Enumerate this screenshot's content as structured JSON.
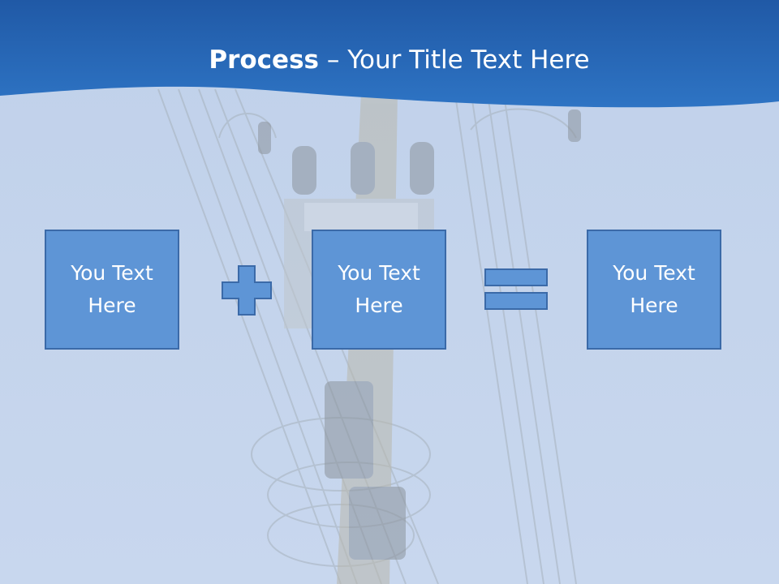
{
  "title": {
    "bold": "Process",
    "rest": " – Your Title Text Here"
  },
  "boxes": [
    {
      "text": "You Text Here"
    },
    {
      "text": "You Text Here"
    },
    {
      "text": "You Text Here"
    }
  ],
  "operators": [
    "plus",
    "equals"
  ],
  "colors": {
    "header_band": "#2a6bb5",
    "sky": "#c5d4ec",
    "box_fill": "#5e95d6",
    "box_border": "#3b6aa8",
    "title_text": "#ffffff"
  }
}
